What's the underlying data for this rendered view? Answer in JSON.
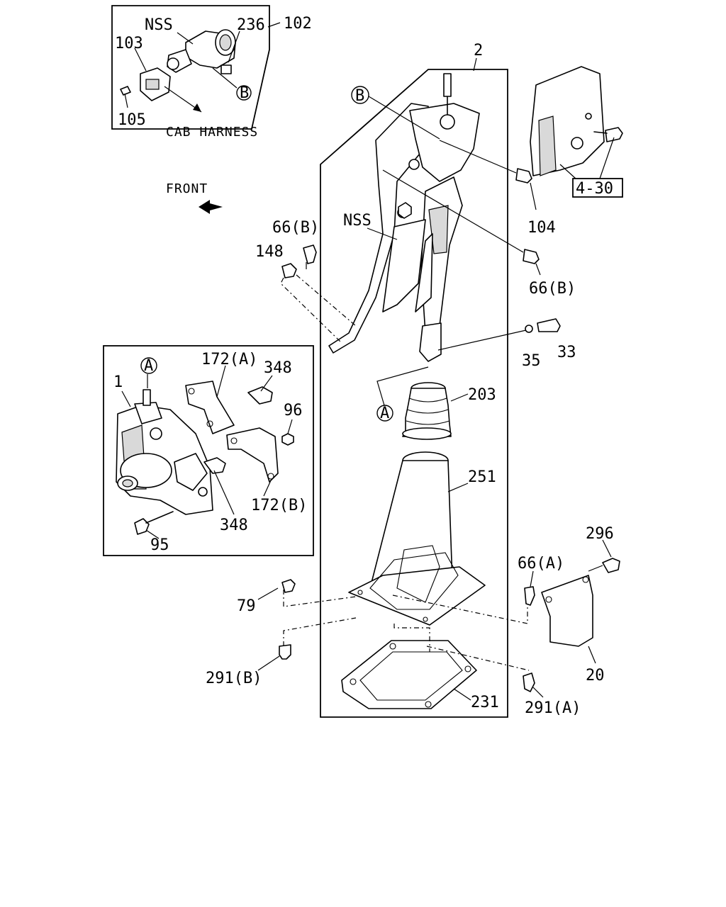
{
  "labels": {
    "nss_top": "NSS",
    "p236": "236",
    "p102": "102",
    "p103": "103",
    "p105": "105",
    "ref_b_top": "B",
    "cab_harness": "CAB HARNESS",
    "front": "FRONT",
    "p2": "2",
    "ref_b_main": "B",
    "p4_30": "4-30",
    "p104": "104",
    "nss_main": "NSS",
    "p66b_left": "66(B)",
    "p148": "148",
    "p66b_right": "66(B)",
    "p35": "35",
    "p33": "33",
    "p172a": "172(A)",
    "p348_top": "348",
    "ref_a_inset": "A",
    "p1": "1",
    "p96": "96",
    "p172b": "172(B)",
    "p348_bot": "348",
    "p95": "95",
    "p203": "203",
    "ref_a_main": "A",
    "p251": "251",
    "p296": "296",
    "p66a": "66(A)",
    "p79": "79",
    "p20": "20",
    "p291b": "291(B)",
    "p231": "231",
    "p291a": "291(A)"
  }
}
